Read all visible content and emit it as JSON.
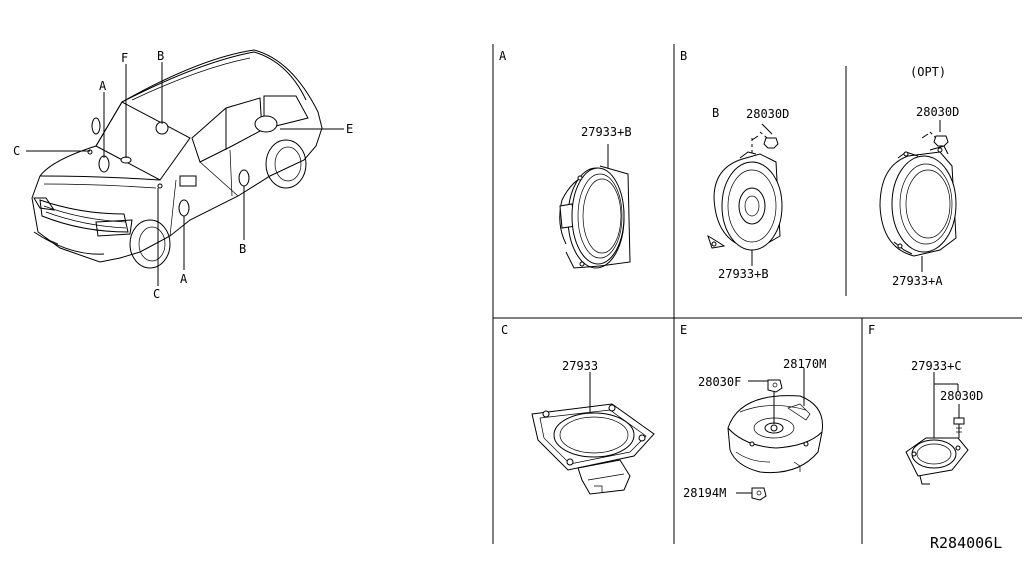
{
  "diagram_id": "R284006L",
  "vehicle_callouts": {
    "a_top": "A",
    "a_bottom": "A",
    "b_top": "B",
    "b_bottom": "B",
    "c_left": "C",
    "c_bottom": "C",
    "e_right": "E",
    "f_top": "F"
  },
  "panels": {
    "a": {
      "letter": "A",
      "part": "27933+B"
    },
    "b": {
      "letter": "B",
      "sub_letter": "B",
      "opt_label": "(OPT)",
      "screw_std": "28030D",
      "speaker_std": "27933+B",
      "screw_opt": "28030D",
      "speaker_opt": "27933+A"
    },
    "c": {
      "letter": "C",
      "part": "27933"
    },
    "e": {
      "letter": "E",
      "clip": "28030F",
      "speaker": "28170M",
      "nut": "28194M"
    },
    "f": {
      "letter": "F",
      "speaker": "27933+C",
      "screw": "28030D"
    }
  }
}
